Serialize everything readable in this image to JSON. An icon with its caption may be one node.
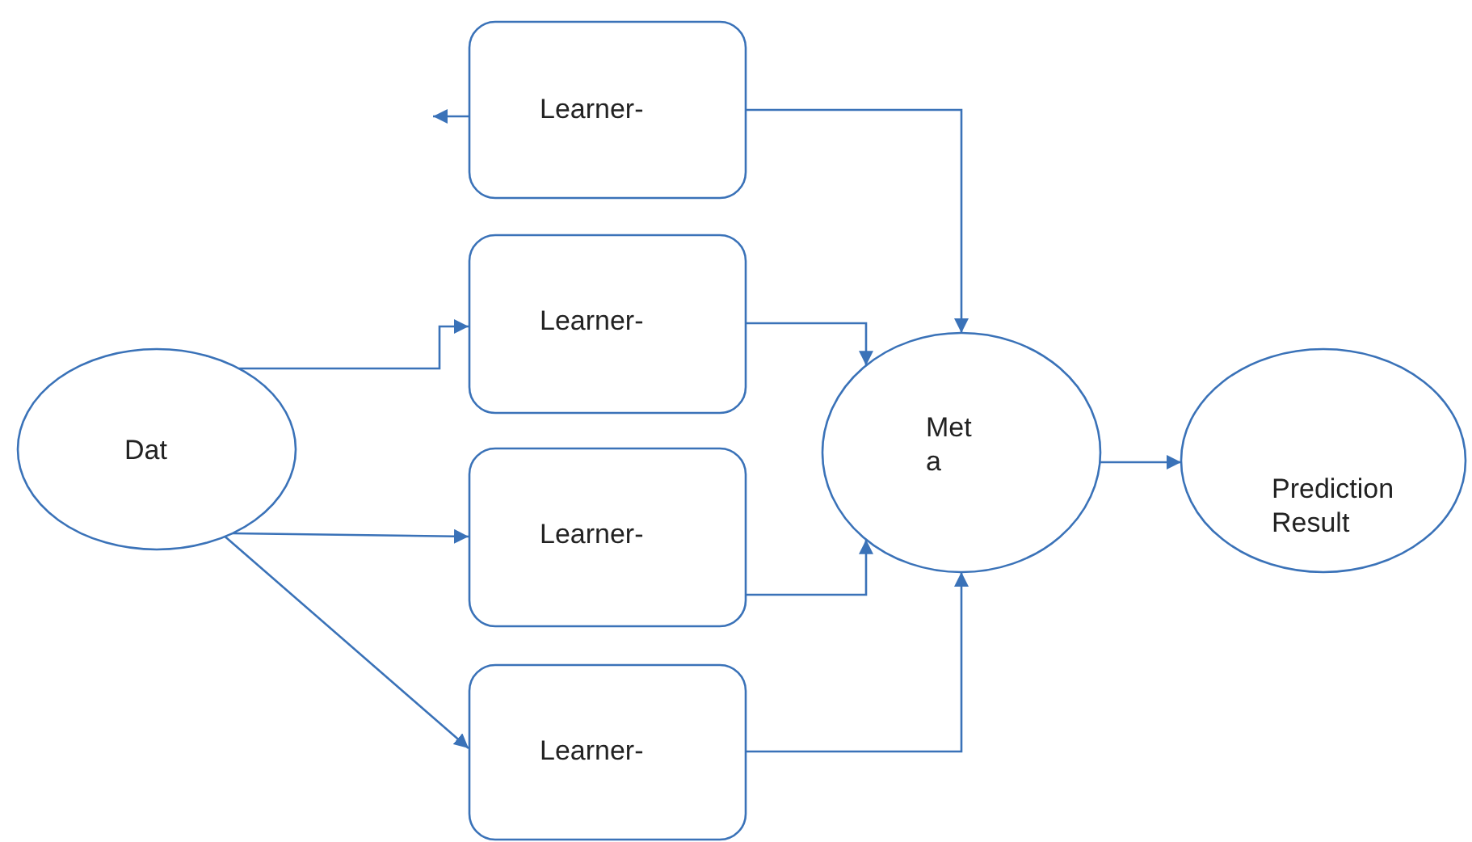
{
  "diagram": {
    "nodes": [
      {
        "text": [
          "Dat"
        ]
      },
      {
        "text": [
          "Learner-"
        ]
      },
      {
        "text": [
          "Learner-"
        ]
      },
      {
        "text": [
          "Learner-"
        ]
      },
      {
        "text": [
          "Learner-"
        ]
      },
      {
        "text": [
          "Met a"
        ]
      },
      {
        "text": [
          "Prediction Result"
        ]
      }
    ],
    "edges": [
      {
        "from": 1,
        "to": null,
        "arrow": "to"
      },
      {
        "from": 0,
        "to": 2,
        "arrow": "to"
      },
      {
        "from": 0,
        "to": 3,
        "arrow": "to"
      },
      {
        "from": 0,
        "to": 4,
        "arrow": "to"
      },
      {
        "from": 1,
        "to": 5,
        "arrow": "to"
      },
      {
        "from": 2,
        "to": 5,
        "arrow": "to"
      },
      {
        "from": 3,
        "to": 5,
        "arrow": "to"
      },
      {
        "from": 4,
        "to": 5,
        "arrow": "to"
      },
      {
        "from": 5,
        "to": 6,
        "arrow": "to"
      }
    ]
  }
}
